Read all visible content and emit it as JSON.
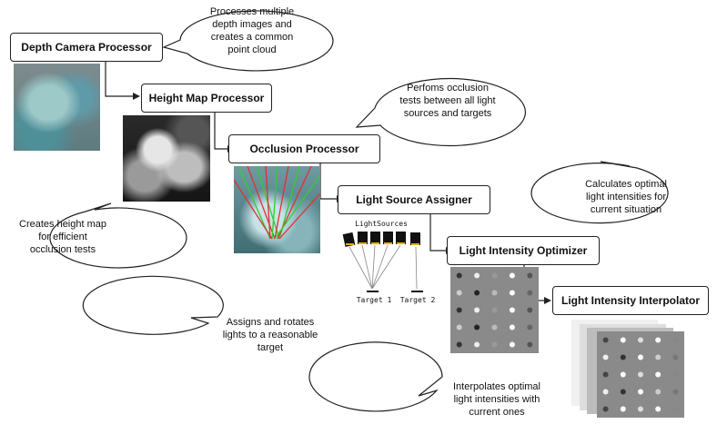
{
  "processors": {
    "depth_camera": "Depth Camera Processor",
    "height_map": "Height Map Processor",
    "occlusion": "Occlusion Processor",
    "light_source_assigner": "Light Source Assigner",
    "light_intensity_optimizer": "Light Intensity Optimizer",
    "light_intensity_interpolator": "Light Intensity Interpolator"
  },
  "callouts": {
    "depth_camera": "Processes multiple depth images and creates a common point cloud",
    "height_map": "Creates height map for efficient occlusion tests",
    "occlusion": "Perfoms occlusion tests between all light sources and targets",
    "light_source_assigner": "Assigns and rotates lights to a reasonable target",
    "light_intensity_optimizer": "Calculates optimal light intensities for current situation",
    "light_intensity_interpolator": "Interpolates optimal light intensities with current ones"
  },
  "assigner_figure": {
    "light_sources_label": "LightSources",
    "target1_label": "Target 1",
    "target2_label": "Target 2"
  },
  "colors": {
    "box_border": "#222222",
    "occlusion_rays_green": "#33cc33",
    "occlusion_rays_red": "#dd3333"
  }
}
